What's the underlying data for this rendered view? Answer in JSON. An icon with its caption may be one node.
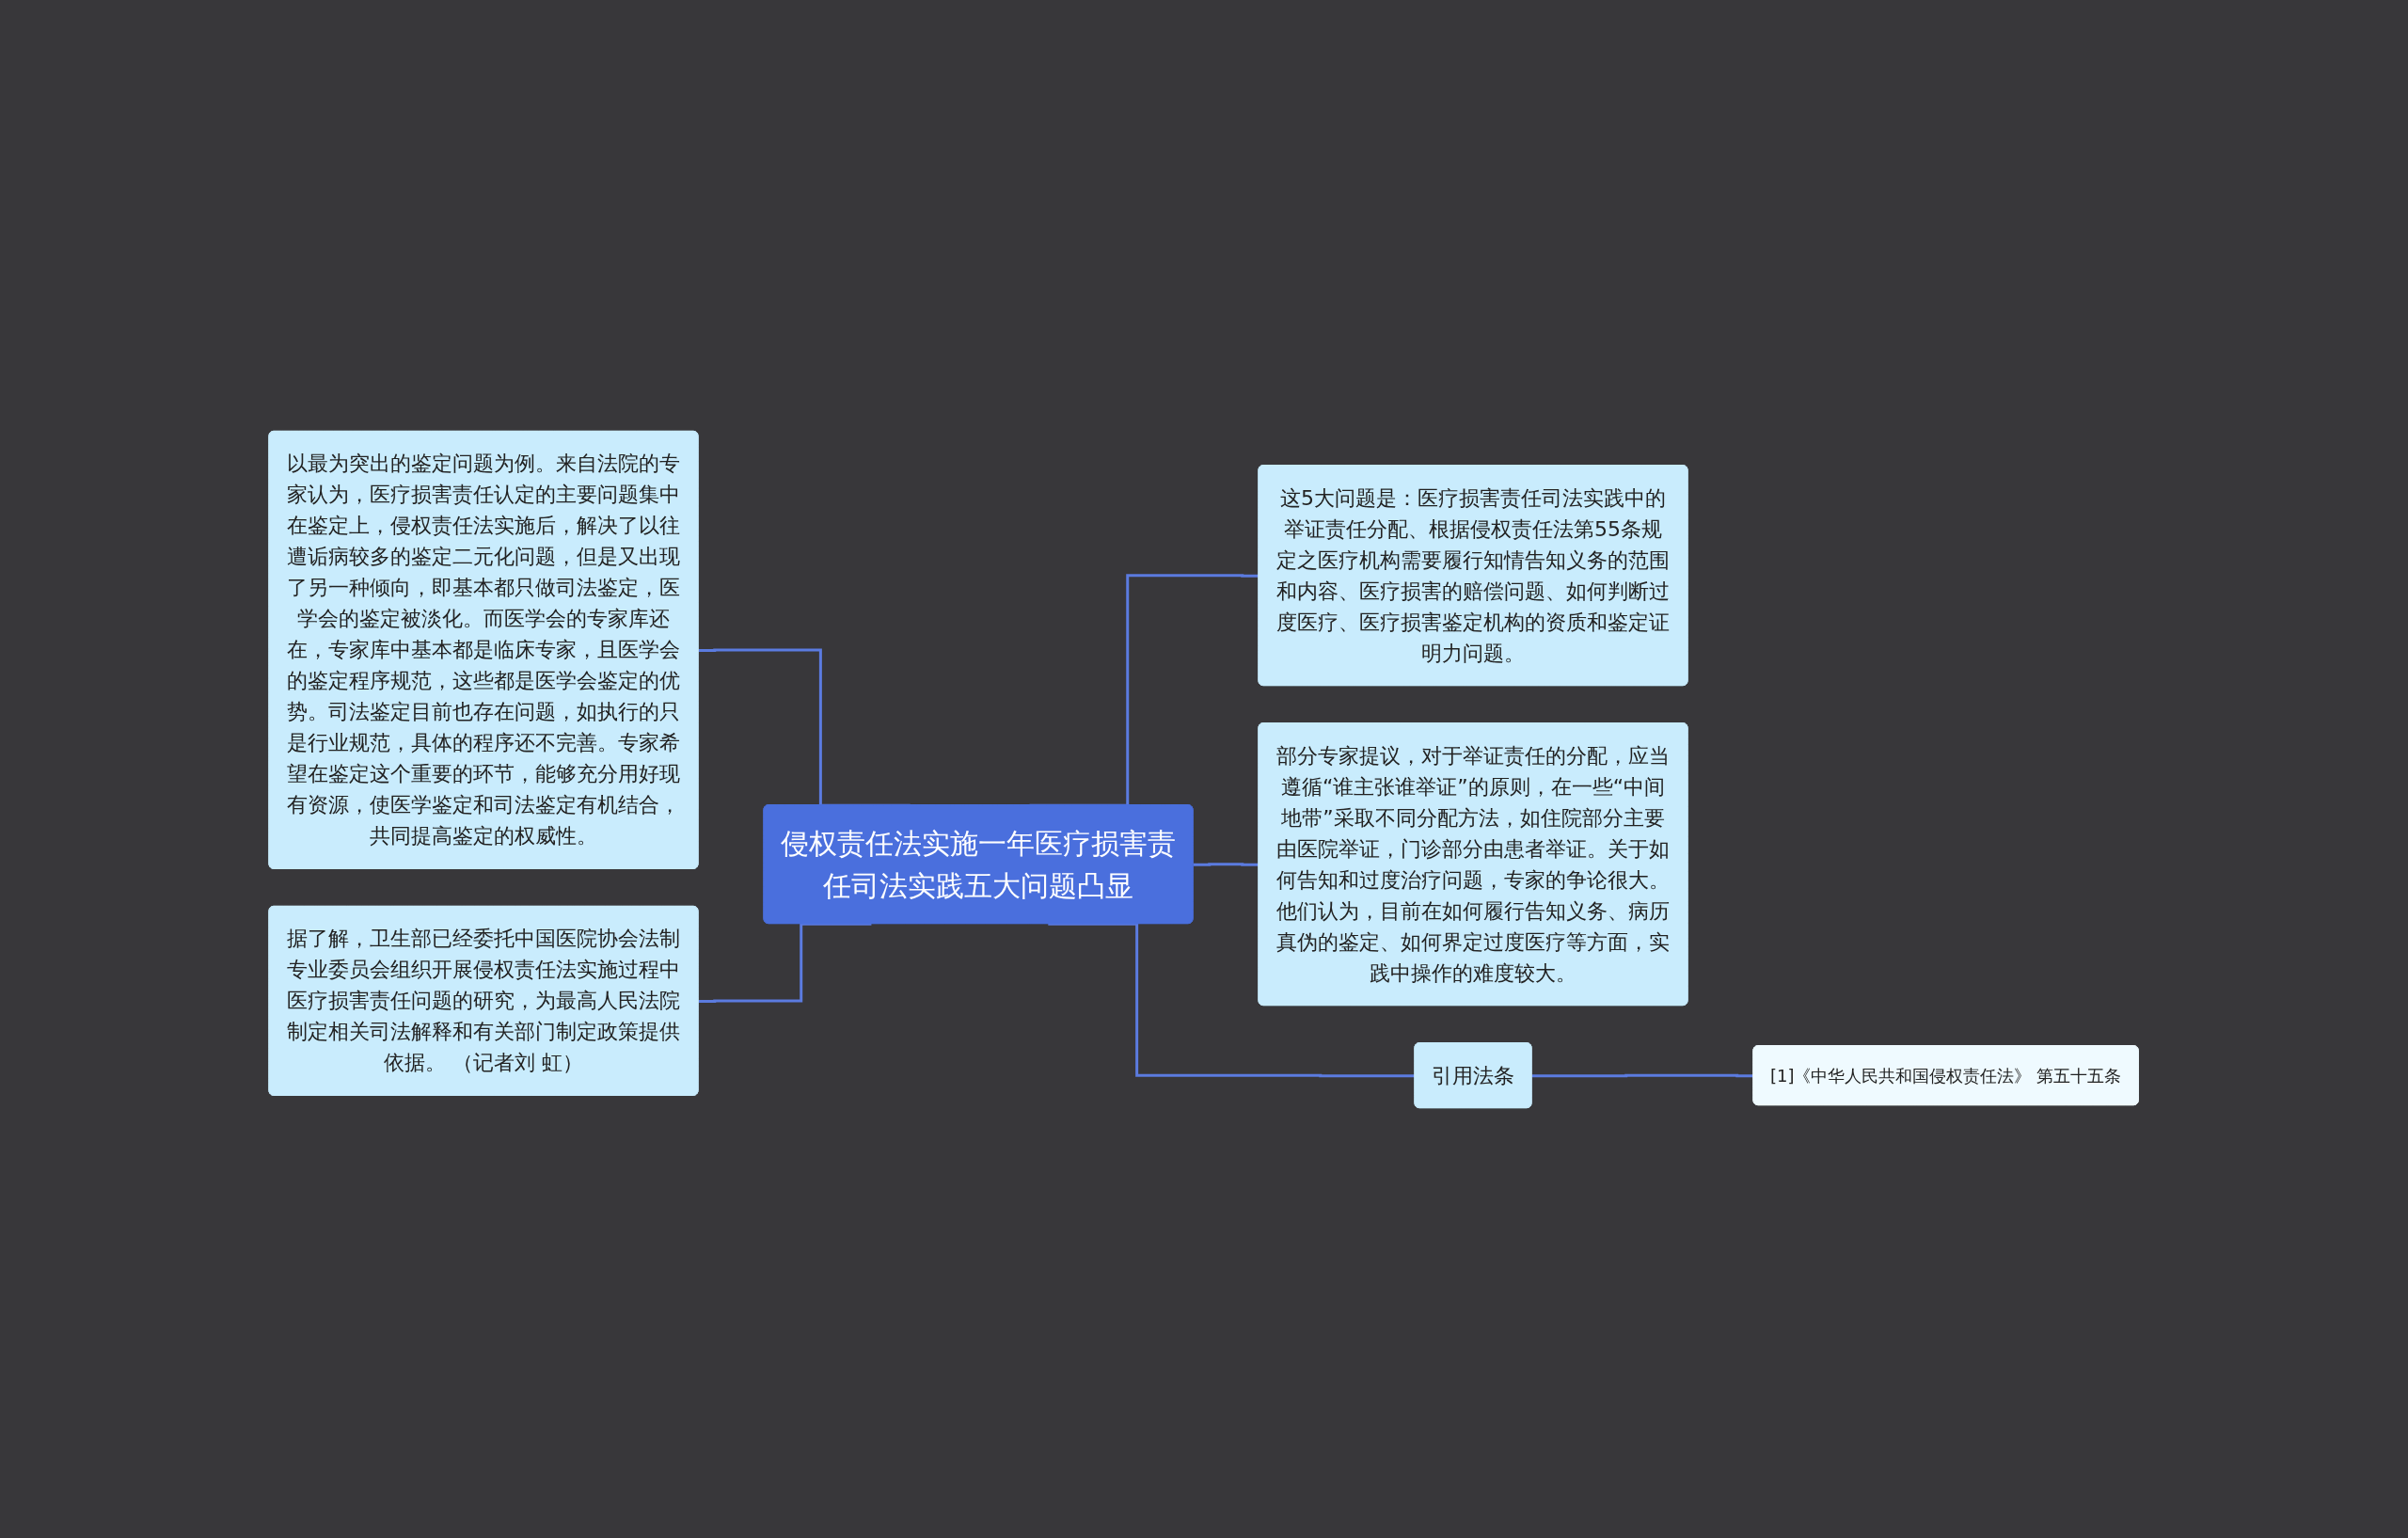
{
  "diagram": {
    "nodes": [
      {
        "text": [
          "侵权责任法实施一年医疗损害责任司法实践五大问题凸显"
        ]
      },
      {
        "text": [
          "以最为突出的鉴定问题为例。来自法院的专家认为，医疗损害责任认定的主要问题集中在鉴定上，侵权责任法实施后，解决了以往遭诟病较多的鉴定二元化问题，但是又出现了另一种倾向，即基本都只做司法鉴定，医学会的鉴定被淡化。而医学会的专家库还在，专家库中基本都是临床专家，且医学会的鉴定程序规范，这些都是医学会鉴定的优势。司法鉴定目前也存在问题，如执行的只是行业规范，具体的程序还不完善。专家希望在鉴定这个重要的环节，能够充分用好现有资源，使医学鉴定和司法鉴定有机结合，共同提高鉴定的权威性。"
        ]
      },
      {
        "text": [
          "据了解，卫生部已经委托中国医院协会法制专业委员会组织开展侵权责任法实施过程中医疗损害责任问题的研究，为最高人民法院制定相关司法解释和有关部门制定政策提供依据。 （记者刘 虹）"
        ]
      },
      {
        "text": [
          "这5大问题是：医疗损害责任司法实践中的举证责任分配、根据侵权责任法第55条规定之医疗机构需要履行知情告知义务的范围和内容、医疗损害的赔偿问题、如何判断过度医疗、医疗损害鉴定机构的资质和鉴定证明力问题。"
        ]
      },
      {
        "text": [
          "部分专家提议，对于举证责任的分配，应当遵循“谁主张谁举证”的原则，在一些“中间地带”采取不同分配方法，如住院部分主要由医院举证，门诊部分由患者举证。关于如何告知和过度治疗问题，专家的争论很大。他们认为，目前在如何履行告知义务、病历真伪的鉴定、如何界定过度医疗等方面，实践中操作的难度较大。"
        ]
      },
      {
        "text": [
          "引用法条"
        ]
      },
      {
        "text": [
          "[1]《中华人民共和国侵权责任法》 第五十五条"
        ]
      }
    ],
    "edges": [
      {
        "from": 0,
        "to": 1,
        "arrow": "none"
      },
      {
        "from": 0,
        "to": 2,
        "arrow": "none"
      },
      {
        "from": 0,
        "to": 3,
        "arrow": "none"
      },
      {
        "from": 0,
        "to": 4,
        "arrow": "none"
      },
      {
        "from": 0,
        "to": 5,
        "arrow": "none"
      },
      {
        "from": 5,
        "to": 6,
        "arrow": "none"
      }
    ]
  }
}
